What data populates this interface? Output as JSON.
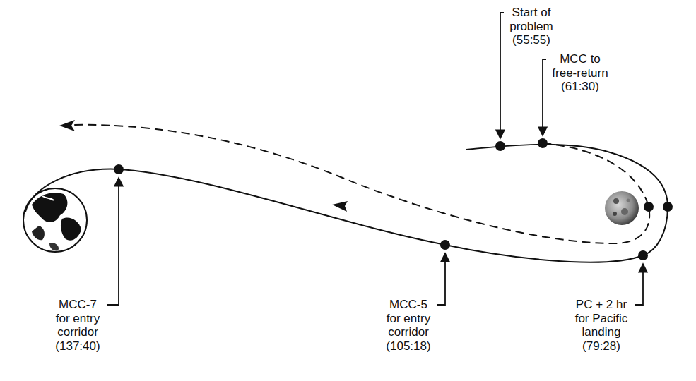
{
  "diagram": {
    "labels": [
      "Start of problem (55:55)",
      "MCC to free-return (61:30)",
      "PC + 2 hr for Pacific landing (79:28)",
      "MCC-5 for entry corridor (105:18)",
      "MCC-7 for entry corridor (137:40)"
    ]
  }
}
